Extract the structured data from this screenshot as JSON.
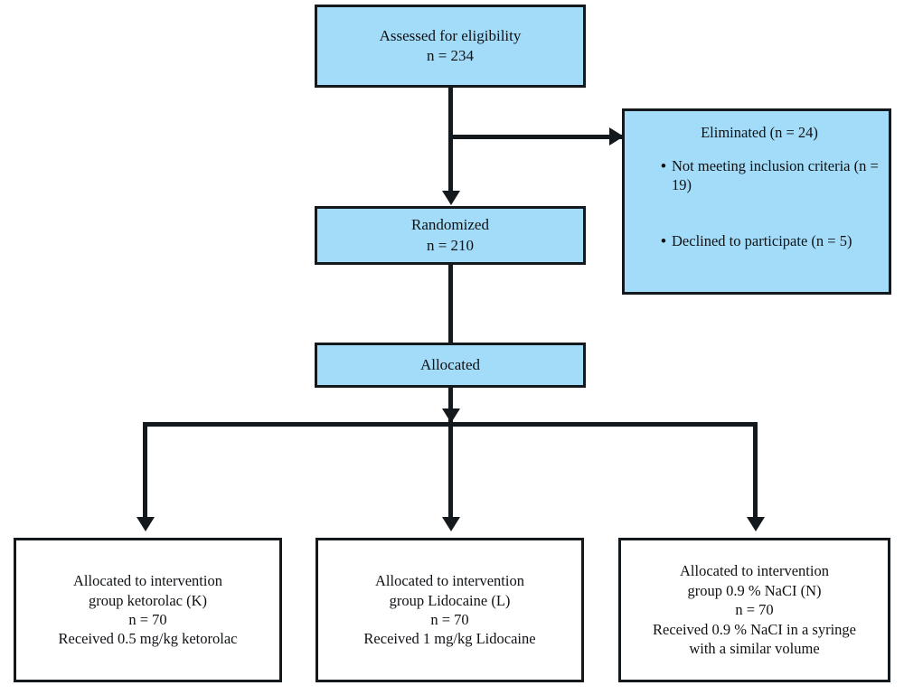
{
  "diagram": {
    "type": "consort-flow-diagram",
    "colors": {
      "box_fill_blue": "#a3dcf8",
      "box_fill_white": "#ffffff",
      "border": "#14191d",
      "connector": "#14191d",
      "text": "#0f1114"
    },
    "nodes": {
      "assessed": {
        "label": "Assessed for eligibility",
        "count_label": "n = 234",
        "count": 234
      },
      "eliminated": {
        "title": "Eliminated (n = 24)",
        "count": 24,
        "reasons": [
          {
            "bullet": "•",
            "text": "Not meeting inclusion criteria (n = 19)",
            "count": 19
          },
          {
            "bullet": "•",
            "text": "Declined to participate (n = 5)",
            "count": 5
          }
        ]
      },
      "randomized": {
        "label": "Randomized",
        "count_label": "n = 210",
        "count": 210
      },
      "allocated": {
        "label": "Allocated"
      },
      "arm_ketorolac": {
        "line1": "Allocated to intervention",
        "line2": "group ketorolac (K)",
        "line3": "n = 70",
        "line4": "Received 0.5 mg/kg ketorolac",
        "count": 70
      },
      "arm_lidocaine": {
        "line1": "Allocated to intervention",
        "line2": "group Lidocaine (L)",
        "line3": "n = 70",
        "line4": "Received 1 mg/kg Lidocaine",
        "count": 70
      },
      "arm_saline": {
        "line1": "Allocated to intervention",
        "line2": "group 0.9 % NaCI (N)",
        "line3": "n = 70",
        "line4": "Received 0.9 % NaCI in a syringe",
        "line5": "with a similar volume",
        "count": 70
      }
    }
  }
}
